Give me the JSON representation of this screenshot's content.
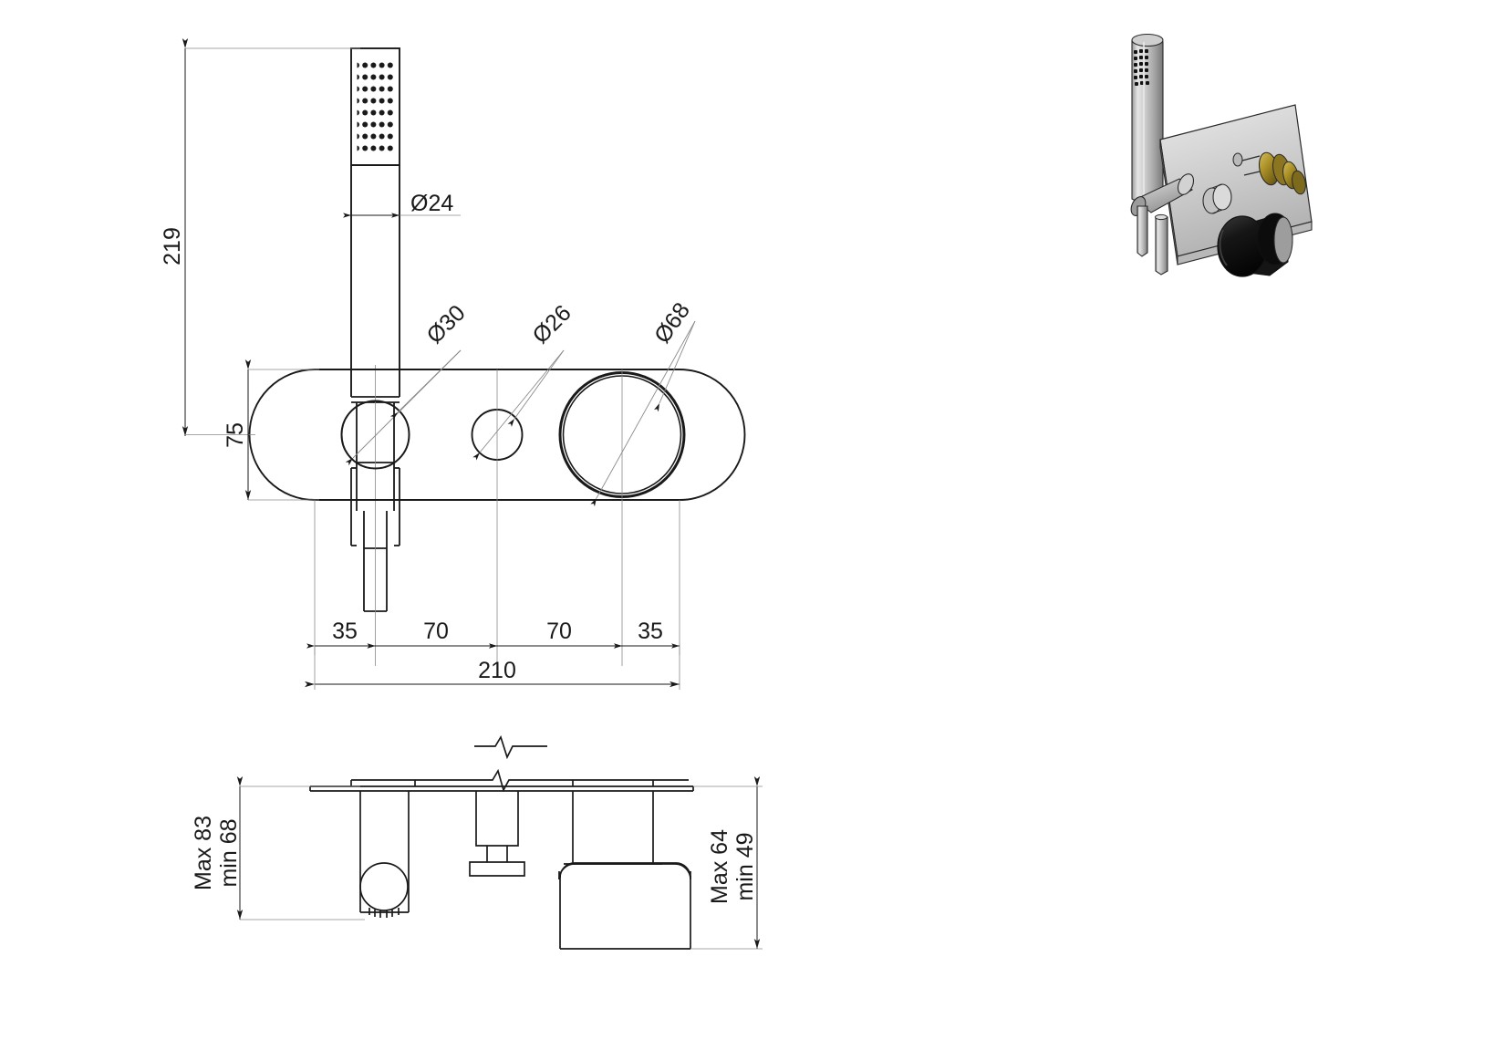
{
  "drawing": {
    "title": "Wall-mounted shower mixer technical drawing",
    "units": "mm",
    "line_color": "#1a1a1a",
    "thin_line_color": "#555555",
    "views": [
      {
        "name": "front-elevation",
        "label": ""
      },
      {
        "name": "side-section",
        "label": ""
      },
      {
        "name": "product-render",
        "label": ""
      }
    ]
  },
  "dimensions": {
    "overall_height": "219",
    "handset_diameter": "Ø24",
    "holder_diameter": "Ø30",
    "outlet_diameter": "Ø26",
    "knob_diameter": "Ø68",
    "plate_height": "75",
    "seg_left": "35",
    "seg_mid_left": "70",
    "seg_mid_right": "70",
    "seg_right": "35",
    "overall_width": "210",
    "depth_left_max": "Max 83",
    "depth_left_min": "min 68",
    "depth_right_max": "Max 64",
    "depth_right_min": "min 49"
  },
  "render": {
    "metal_light": "#d8d8d8",
    "metal_mid": "#b4b4b4",
    "metal_dark": "#8a8a8a",
    "plate_fill": "#cfcfcf",
    "knob_fill": "#1c1c1c",
    "brass_fill": "#a08b2a"
  }
}
